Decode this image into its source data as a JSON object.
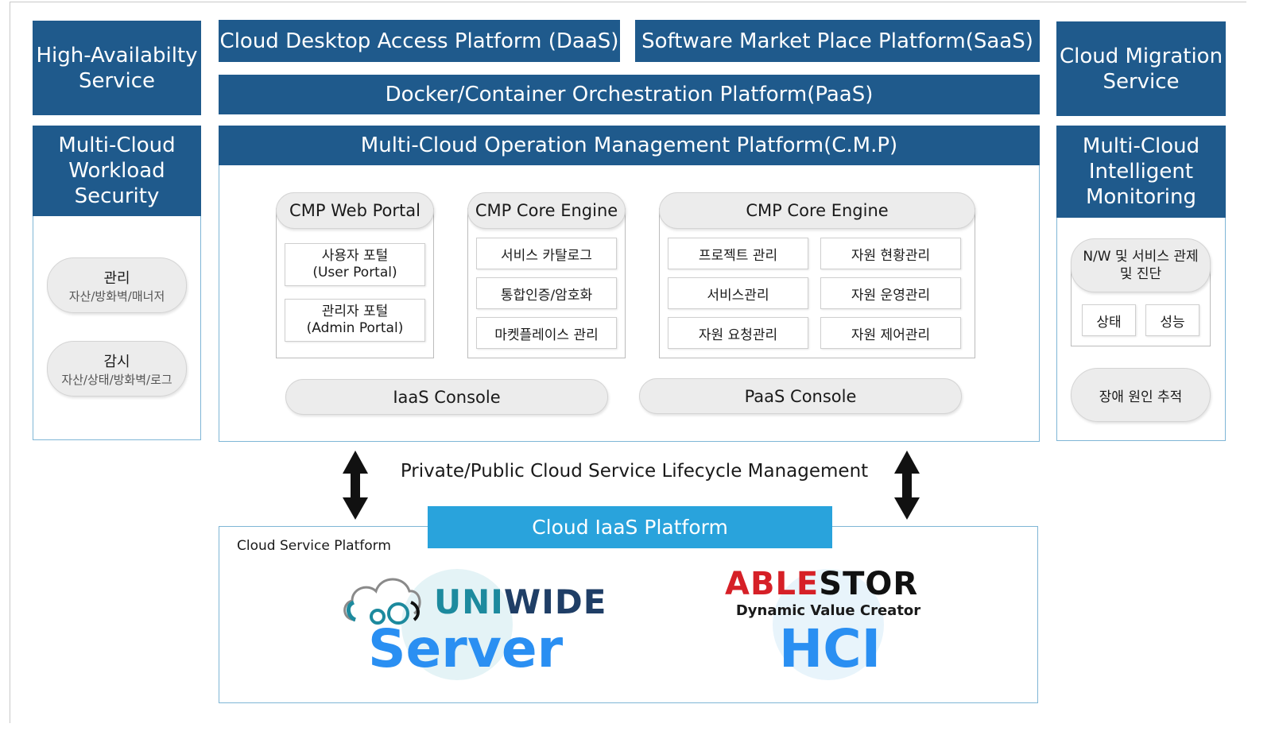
{
  "left": {
    "ha_service": "High-Availabilty\nService",
    "workload_security": "Multi-Cloud\nWorkload\nSecurity",
    "manage_title": "관리",
    "manage_sub": "자산/방화벽/매너저",
    "monitor_title": "감시",
    "monitor_sub": "자산/상태/방화벽/로그"
  },
  "top": {
    "daas": "Cloud Desktop Access Platform (DaaS)",
    "saas": "Software Market Place Platform(SaaS)",
    "paas": "Docker/Container Orchestration Platform(PaaS)",
    "cmp": "Multi-Cloud Operation Management Platform(C.M.P)"
  },
  "cmp": {
    "web_portal": {
      "title": "CMP Web Portal",
      "items": [
        "사용자 포털\n(User Portal)",
        "관리자 포털\n(Admin Portal)"
      ]
    },
    "core_engine_1": {
      "title": "CMP Core Engine",
      "items": [
        "서비스 카탈로그",
        "통합인증/암호화",
        "마켓플레이스 관리"
      ]
    },
    "core_engine_2": {
      "title": "CMP Core Engine",
      "items": [
        "프로젝트 관리",
        "자원 현황관리",
        "서비스관리",
        "자원 운영관리",
        "자원 요청관리",
        "자원 제어관리"
      ]
    },
    "iaas_console": "IaaS Console",
    "paas_console": "PaaS Console"
  },
  "right": {
    "migration": "Cloud Migration\nService",
    "monitoring": "Multi-Cloud\nIntelligent\nMonitoring",
    "nw_title": "N/W 및 서비스 관제\n및 진단",
    "status": "상태",
    "performance": "성능",
    "fault_trace": "장애 원인 추적"
  },
  "lifecycle": "Private/Public Cloud Service Lifecycle Management",
  "bottom": {
    "iaas_platform": "Cloud IaaS Platform",
    "service_platform": "Cloud Service Platform",
    "uniwide_a": "UNI",
    "uniwide_b": "WIDE",
    "server": "Server",
    "ablestor_a": "ABLE",
    "ablestor_b": "STOR",
    "ablestor_tagline": "Dynamic Value Creator",
    "hci": "HCI"
  },
  "colors": {
    "navy": "#1f5a8c",
    "light_blue": "#29a3dc",
    "panel_border": "#7fb6d6",
    "uniwide_teal": "#1d8a9e",
    "ablestor_red": "#d62027",
    "big_blue": "#2a8ff2"
  }
}
